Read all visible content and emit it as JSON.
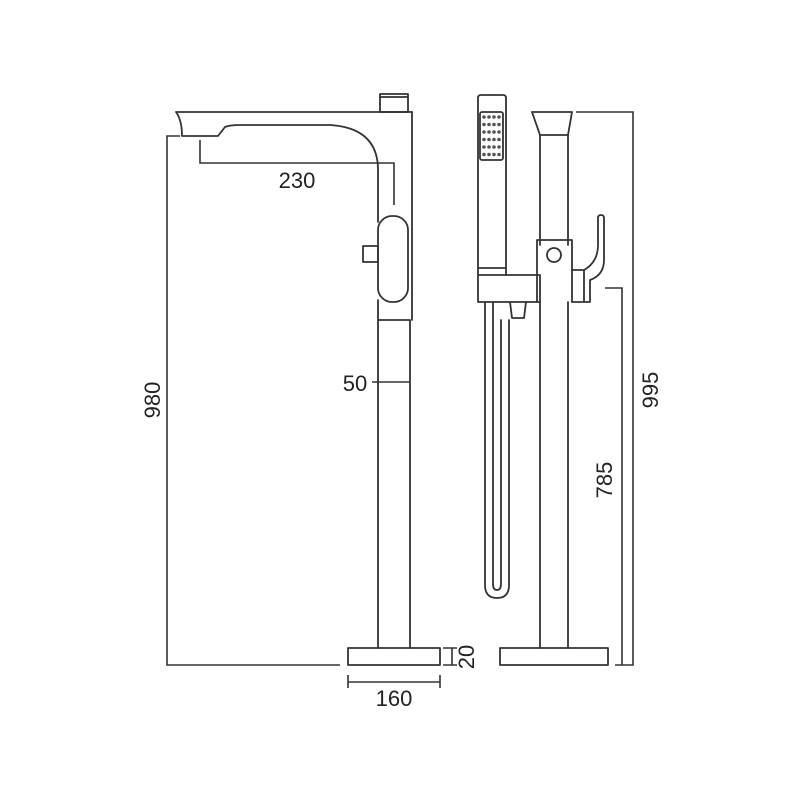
{
  "title": "Freestanding bath mixer dimension drawing",
  "colors": {
    "line": "#333333",
    "background": "#ffffff"
  },
  "dimensions": {
    "spout_reach": "230",
    "total_height_side": "980",
    "pipe_diameter": "50",
    "base_thickness": "20",
    "base_diameter": "160",
    "total_height_front": "995",
    "handle_height": "785"
  }
}
